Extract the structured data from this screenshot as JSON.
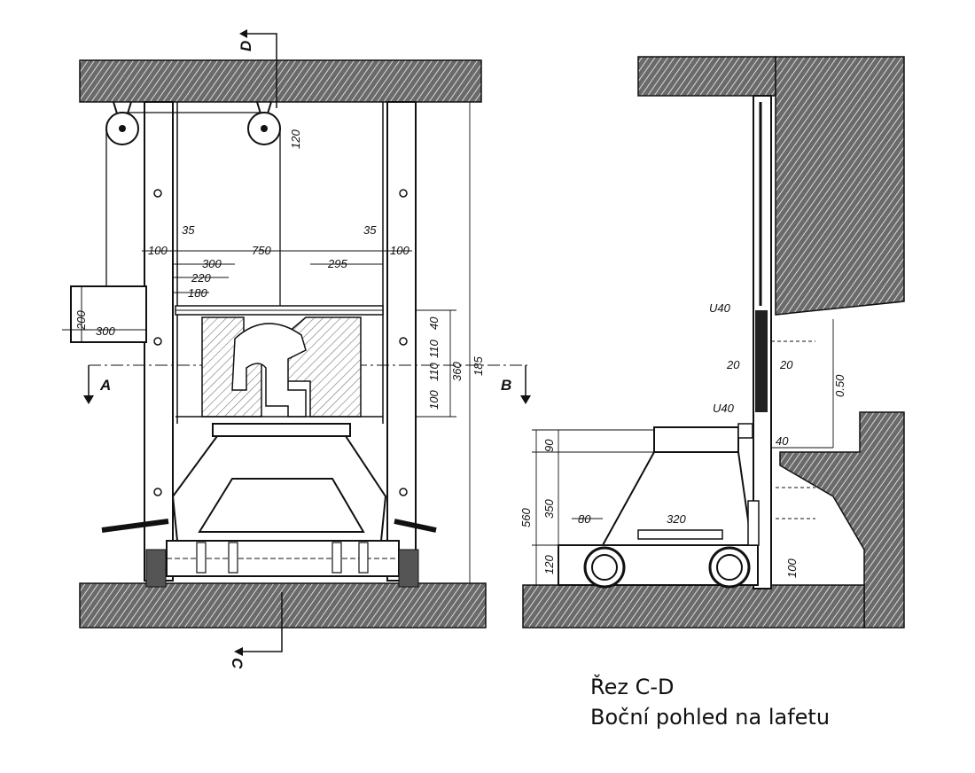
{
  "caption": {
    "line1": "Řez C-D",
    "line2": "Boční pohled na lafetu"
  },
  "section_markers": {
    "A": "A",
    "B": "B",
    "C": "C",
    "D": "D"
  },
  "front_view": {
    "dims": {
      "d120": "120",
      "d35_left": "35",
      "d35_right": "35",
      "d100_left": "100",
      "d750": "750",
      "d100_right": "100",
      "d300": "300",
      "d295": "295",
      "d220": "220",
      "d180": "180",
      "d40": "40",
      "d110a": "110",
      "d110b": "110",
      "d100": "100",
      "d360": "360",
      "d185": "185",
      "weight_200": "200",
      "weight_300": "300"
    }
  },
  "side_view": {
    "dims": {
      "u40_top": "U40",
      "u40_bottom": "U40",
      "d20_left": "20",
      "d20_right": "20",
      "d050": "0.50",
      "d40": "40",
      "d90": "90",
      "d560": "560",
      "d350": "350",
      "d120": "120",
      "d80": "80",
      "d320": "320",
      "d100": "100"
    }
  }
}
